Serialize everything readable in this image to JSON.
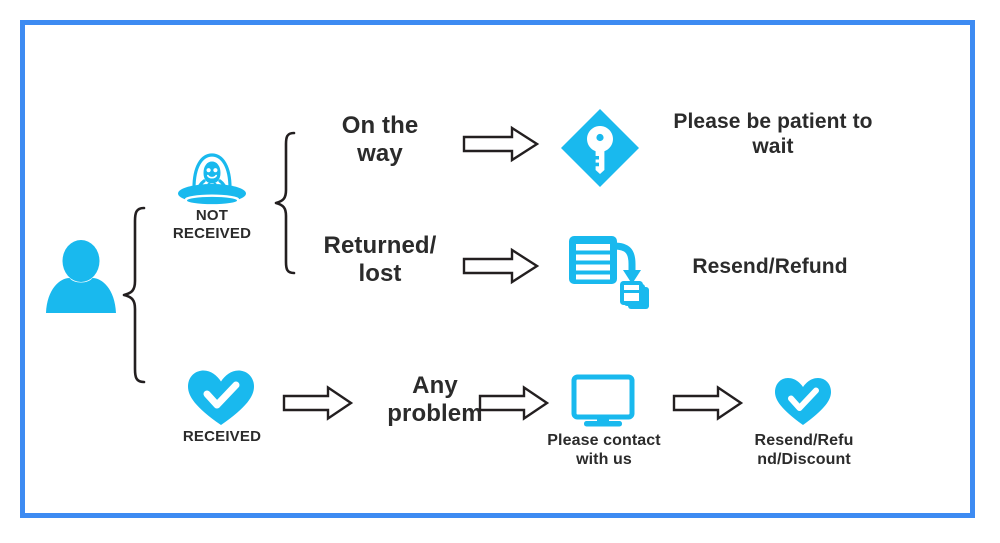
{
  "slide": {
    "border_color": "#3d8bf2",
    "background": "#ffffff",
    "accent_color": "#19b9ee",
    "text_color": "#2b2b2b",
    "arrow_color": "#2b2b2b"
  },
  "diagram": {
    "type": "flowchart",
    "root": {
      "icon": "person-icon",
      "label": ""
    },
    "branches": [
      {
        "id": "not-received",
        "icon": "ufo-alien-icon",
        "label": "NOT\nRECEIVED",
        "sub_branches": [
          {
            "id": "on-the-way",
            "condition": "On the\nway",
            "arrow": "arrow-right",
            "result_icon": "key-diamond-icon",
            "result_label": "Please be patient to\nwait"
          },
          {
            "id": "returned-lost",
            "condition": "Returned/\nlost",
            "arrow": "arrow-right",
            "result_icon": "document-resend-icon",
            "result_label": "Resend/Refund"
          }
        ]
      },
      {
        "id": "received",
        "icon": "heart-check-icon",
        "label": "RECEIVED",
        "steps": [
          {
            "arrow": "arrow-right"
          },
          {
            "condition": "Any\nproblem"
          },
          {
            "arrow": "arrow-right"
          },
          {
            "icon": "monitor-icon",
            "caption": "Please contact\nwith us"
          },
          {
            "arrow": "arrow-right"
          },
          {
            "icon": "heart-check-icon",
            "caption": "Resend/Refu\nnd/Discount"
          }
        ]
      }
    ]
  },
  "icons": {
    "person": "person-icon",
    "ufo": "ufo-alien-icon",
    "key": "key-diamond-icon",
    "document": "document-resend-icon",
    "heart": "heart-check-icon",
    "monitor": "monitor-icon",
    "arrow": "arrow-right-icon",
    "brace": "curly-brace-icon"
  }
}
